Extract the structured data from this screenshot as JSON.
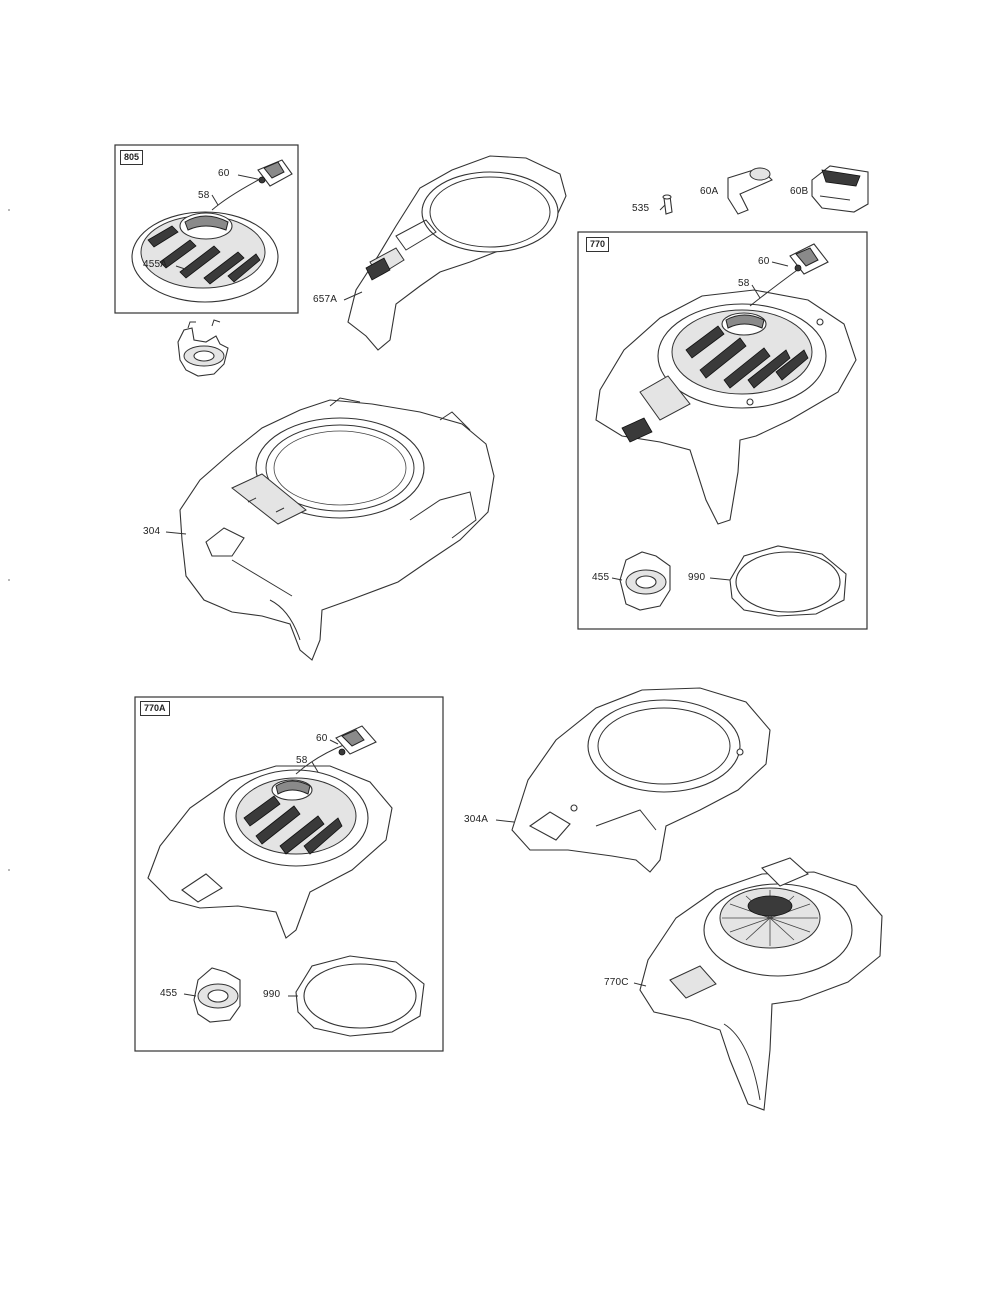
{
  "groups": {
    "g805": "805",
    "g770": "770",
    "g770a": "770A"
  },
  "labels": {
    "l60_a": "60",
    "l58_a": "58",
    "l657a": "657A",
    "l455a": "455A",
    "l535": "535",
    "l60a": "60A",
    "l60b": "60B",
    "l60_b": "60",
    "l58_b": "58",
    "l304": "304",
    "l455_a": "455",
    "l990_a": "990",
    "l60_c": "60",
    "l58_c": "58",
    "l304a": "304A",
    "l455_b": "455",
    "l990_b": "990",
    "l770c": "770C"
  }
}
